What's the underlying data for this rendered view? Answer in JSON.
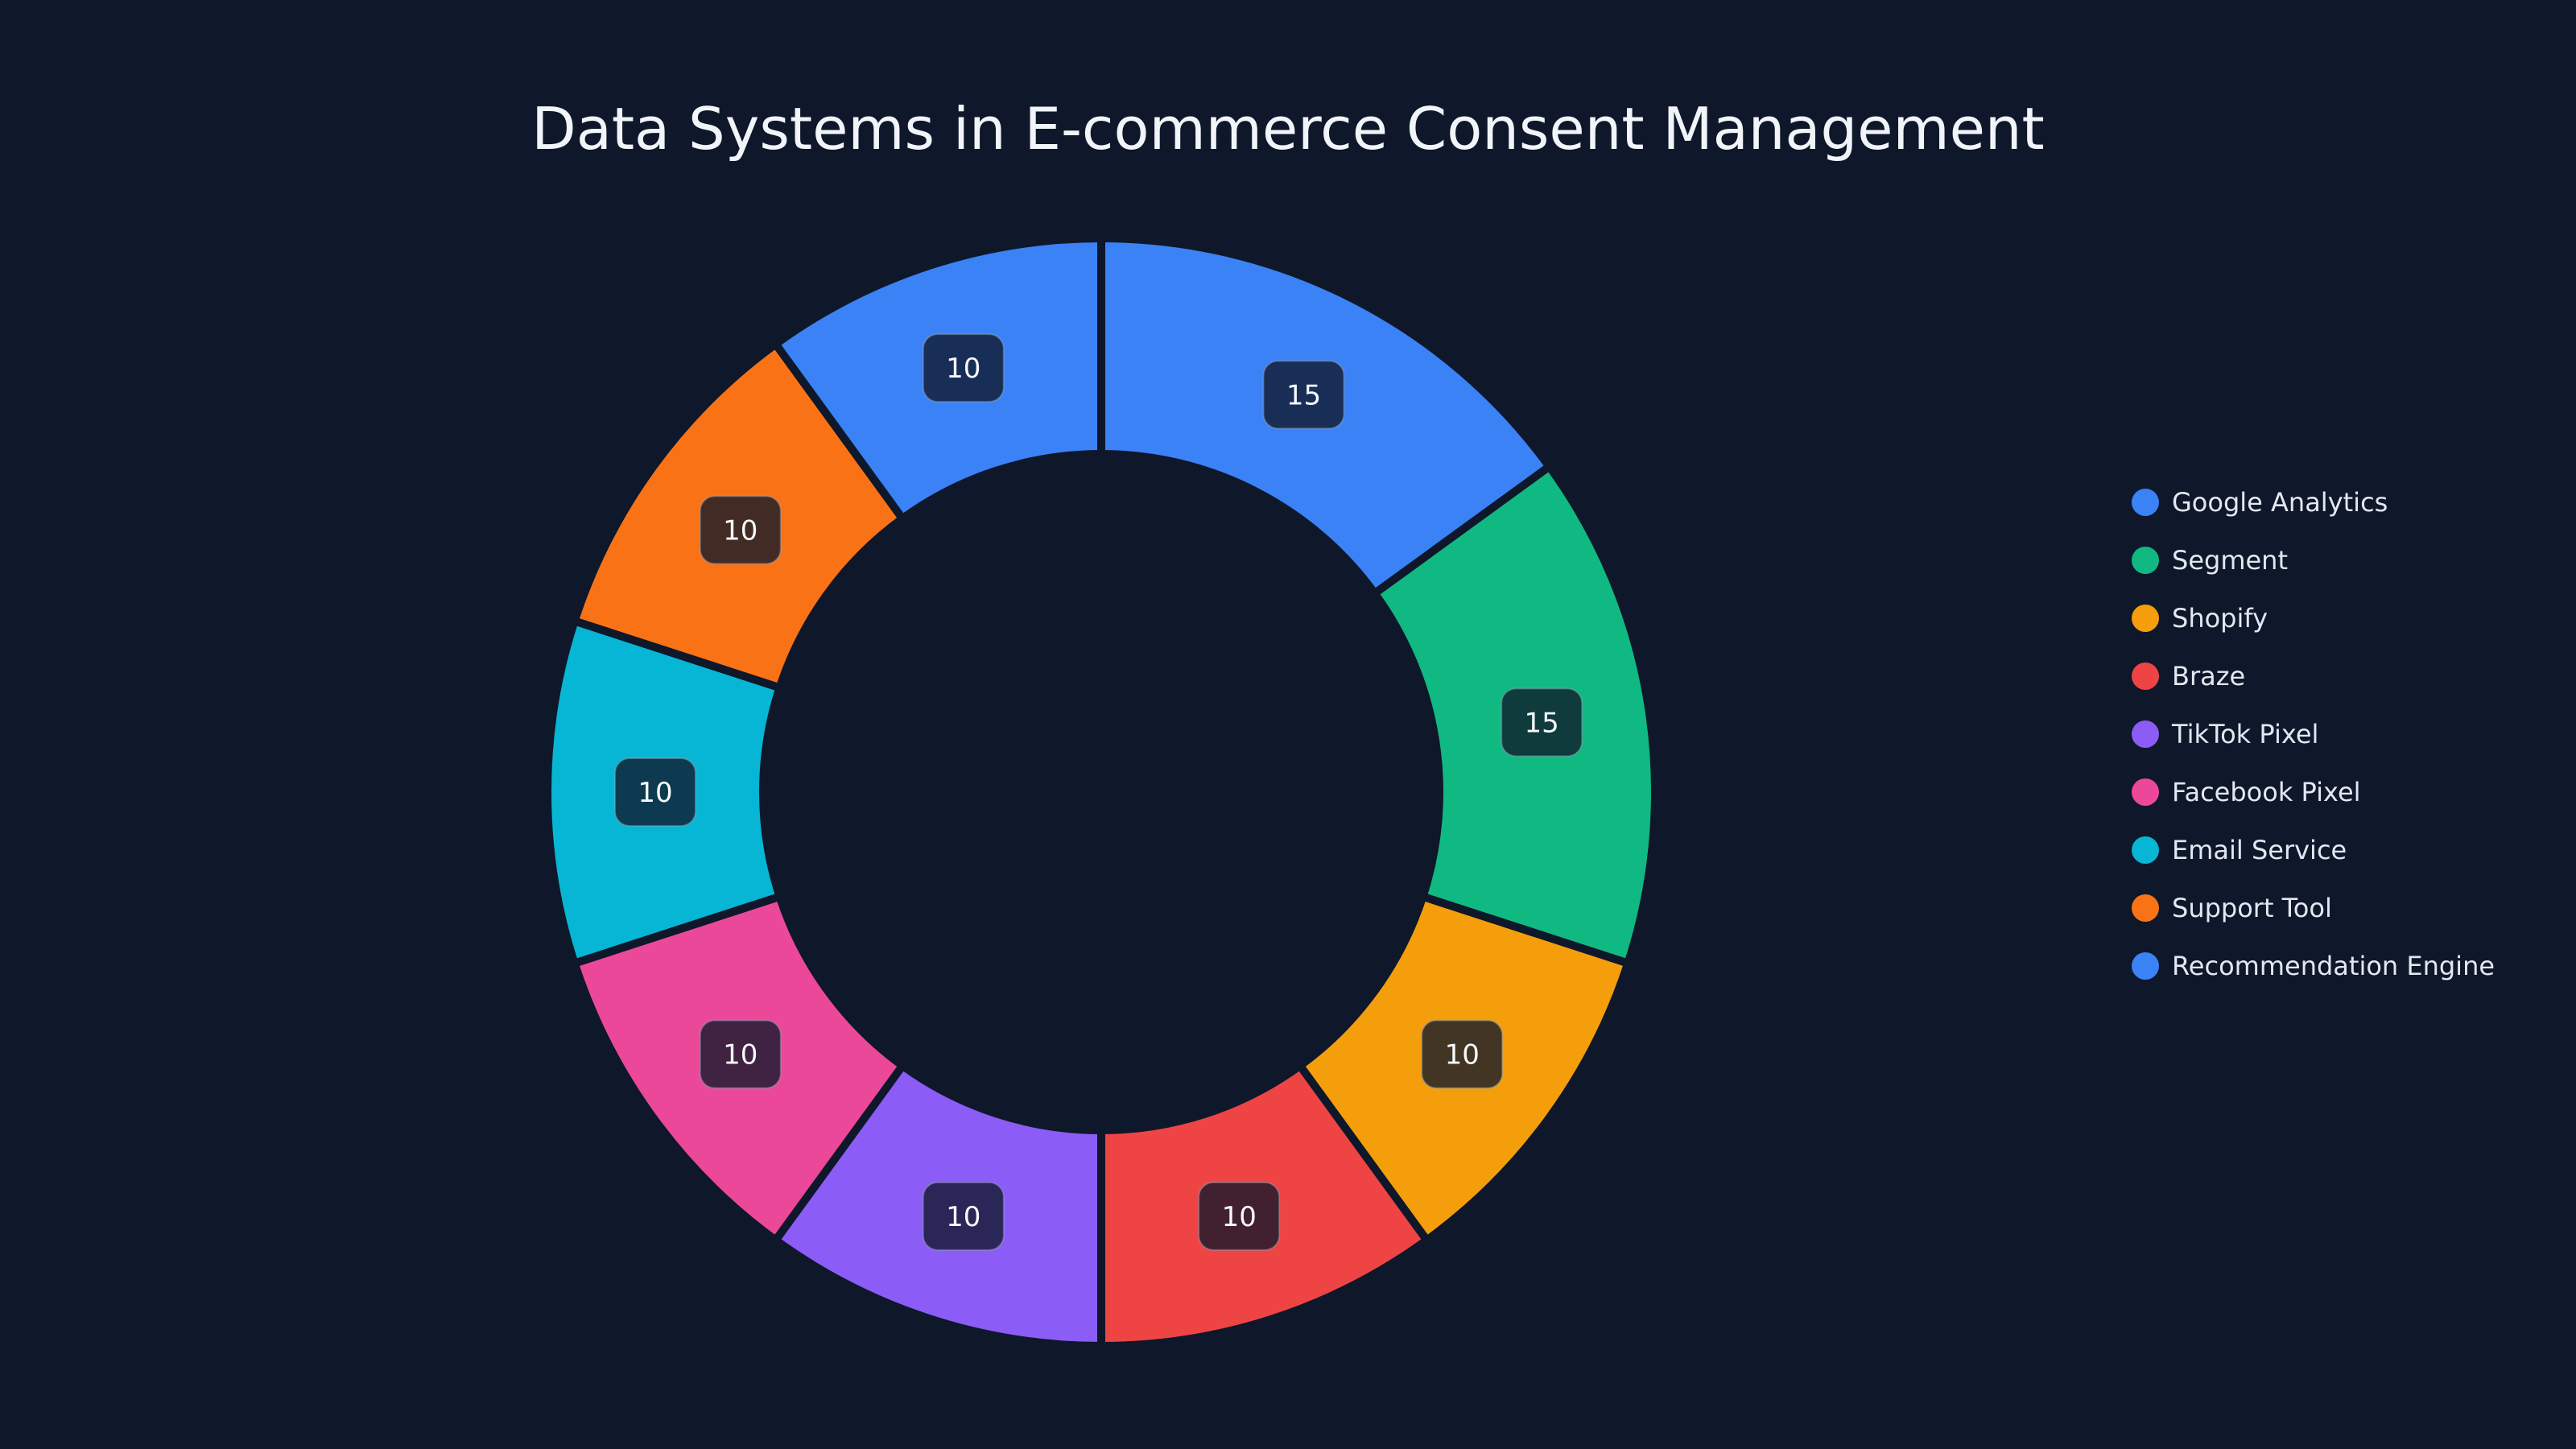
{
  "chart": {
    "title": "Data Systems in E-commerce Consent Management",
    "background": "#0f172a"
  },
  "legend": {
    "items": [
      {
        "label": "Google Analytics",
        "color": "#3b82f6"
      },
      {
        "label": "Segment",
        "color": "#10b981"
      },
      {
        "label": "Shopify",
        "color": "#f59e0b"
      },
      {
        "label": "Braze",
        "color": "#ef4444"
      },
      {
        "label": "TikTok Pixel",
        "color": "#8b5cf6"
      },
      {
        "label": "Facebook Pixel",
        "color": "#ec4899"
      },
      {
        "label": "Email Service",
        "color": "#06b6d4"
      },
      {
        "label": "Support Tool",
        "color": "#f97316"
      },
      {
        "label": "Recommendation Engine",
        "color": "#3b82f6"
      }
    ]
  },
  "chart_data": {
    "type": "pie",
    "variant": "donut",
    "title": "Data Systems in E-commerce Consent Management",
    "categories": [
      "Google Analytics",
      "Segment",
      "Shopify",
      "Braze",
      "TikTok Pixel",
      "Facebook Pixel",
      "Email Service",
      "Support Tool",
      "Recommendation Engine"
    ],
    "values": [
      15,
      15,
      10,
      10,
      10,
      10,
      10,
      10,
      10
    ],
    "colors": [
      "#3b82f6",
      "#10b981",
      "#f59e0b",
      "#ef4444",
      "#8b5cf6",
      "#ec4899",
      "#06b6d4",
      "#f97316",
      "#3b82f6"
    ],
    "data_labels": [
      "15",
      "15",
      "10",
      "10",
      "10",
      "10",
      "10",
      "10",
      "10"
    ],
    "legend_position": "right",
    "start_angle": "top, clockwise"
  }
}
